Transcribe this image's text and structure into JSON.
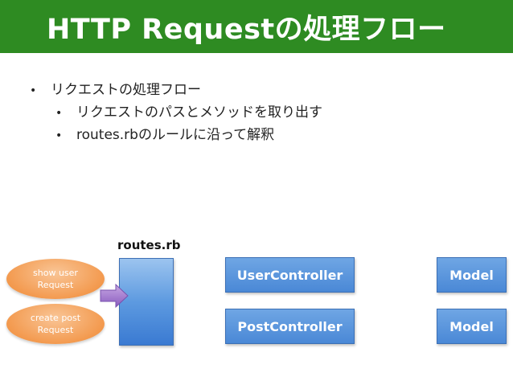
{
  "title": "HTTP Requestの処理フロー",
  "bullets": {
    "main": "リクエストの処理フロー",
    "sub1": "リクエストのパスとメソッドを取り出す",
    "sub2": "routes.rbのルールに沿って解釈",
    "marker": "•"
  },
  "diagram": {
    "router_label": "routes.rb",
    "requests": [
      {
        "line1": "show user",
        "line2": "Request"
      },
      {
        "line1": "create post",
        "line2": "Request"
      }
    ],
    "controllers": [
      "UserController",
      "PostController"
    ],
    "models": [
      "Model",
      "Model"
    ]
  },
  "colors": {
    "title_bar": "#2e8b22",
    "box_blue": "#4a88d6",
    "request_orange": "#f39a4f",
    "arrow_purple": "#9b6fc6"
  }
}
